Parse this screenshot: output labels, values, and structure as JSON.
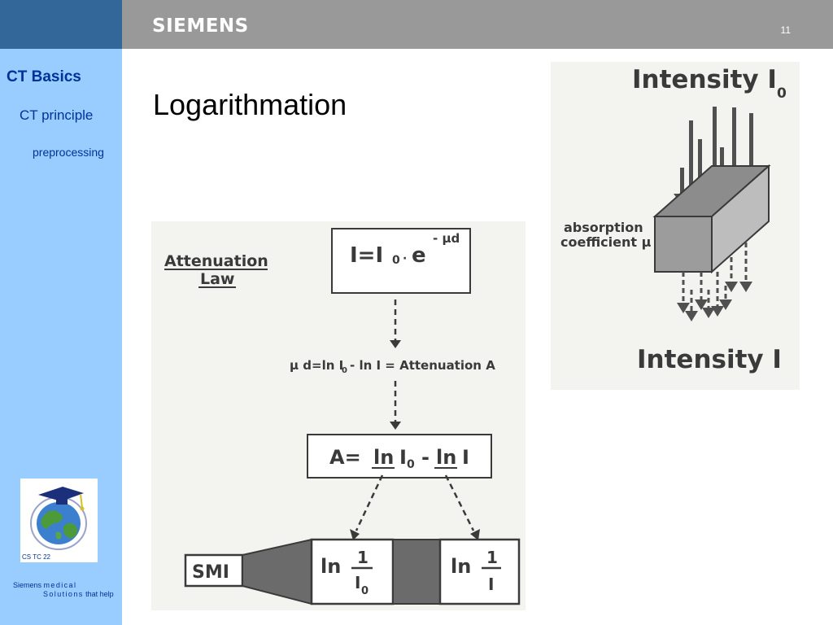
{
  "header": {
    "brand": "SIEMENS",
    "slide_number": "11"
  },
  "sidebar": {
    "items": [
      {
        "label": "CT Basics"
      },
      {
        "label": "CT principle"
      },
      {
        "label": "preprocessing"
      }
    ],
    "badge_caption": "CS TC 22",
    "footer_line1_a": "Siemens",
    "footer_line1_b": "medical",
    "footer_line2_a": "Solutions",
    "footer_line2_b": "that help"
  },
  "main": {
    "title": "Logarithmation"
  },
  "attenuation_figure": {
    "heading_line1": "Attenuation",
    "heading_line2": "Law",
    "law_eq": "I=I",
    "law_sub": "0",
    "law_dot": "·",
    "law_base": "e",
    "law_exp": "- μd",
    "mid_eq_a": "μ d=ln I",
    "mid_sub": "0",
    "mid_eq_b": "- ln I = Attenuation A",
    "a_eq_a": "A=",
    "a_ln1": "ln",
    "a_i0": "I",
    "a_sub": "0",
    "a_minus": "-",
    "a_ln2": "ln",
    "a_i": "I",
    "smi": "SMI",
    "box1_ln": "ln",
    "box1_num": "1",
    "box1_den": "I",
    "box1_den_sub": "0",
    "box2_ln": "ln",
    "box2_num": "1",
    "box2_den": "I"
  },
  "absorption_figure": {
    "top_label": "Intensity I",
    "top_sub": "0",
    "side_label_1": "absorption",
    "side_label_2": "coefficient μ",
    "bottom_label": "Intensity I"
  }
}
